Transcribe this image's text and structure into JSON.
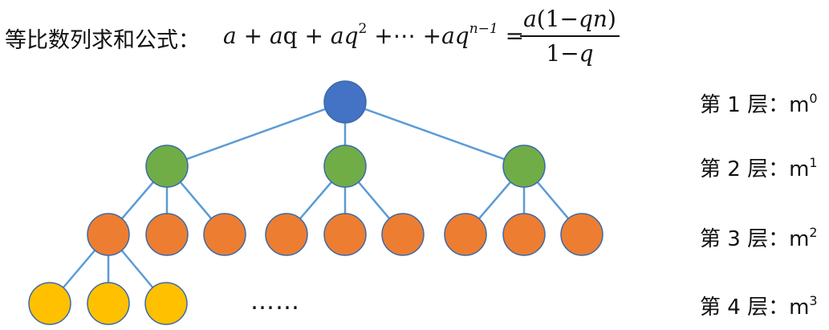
{
  "formula": {
    "prefix": "等比数列求和公式：",
    "series": {
      "a1": "a",
      "plus1": " + ",
      "a2": "a",
      "q1": "q",
      "plus2": " + ",
      "a3": "a",
      "q2": "q",
      "exp2": "2",
      "dots": " +⋯ +",
      "a4": "a",
      "q3": "q",
      "expn": "n−1",
      "eq": " = "
    },
    "numerator": {
      "a": "a",
      "open": "(1−",
      "q": "q",
      "n": "n",
      "close": ")"
    },
    "denominator": {
      "one": "1−",
      "q": "q"
    }
  },
  "layers": [
    {
      "prefix": "第 ",
      "num": "1",
      "suffix": " 层：",
      "base": "m",
      "exp": "0"
    },
    {
      "prefix": "第 ",
      "num": "2",
      "suffix": " 层：",
      "base": "m",
      "exp": "1"
    },
    {
      "prefix": "第 ",
      "num": "3",
      "suffix": " 层：",
      "base": "m",
      "exp": "2"
    },
    {
      "prefix": "第 ",
      "num": "4",
      "suffix": " 层：",
      "base": "m",
      "exp": "3"
    }
  ],
  "ellipsis": "……",
  "colors": {
    "level1": "#4472c4",
    "level2": "#70ad47",
    "level3": "#ed7d31",
    "level4": "#ffc000",
    "edge": "#5b9bd5",
    "outline": "#3a6aa8"
  },
  "tree": {
    "branching": 3,
    "levels_drawn": [
      1,
      3,
      9,
      3
    ]
  }
}
